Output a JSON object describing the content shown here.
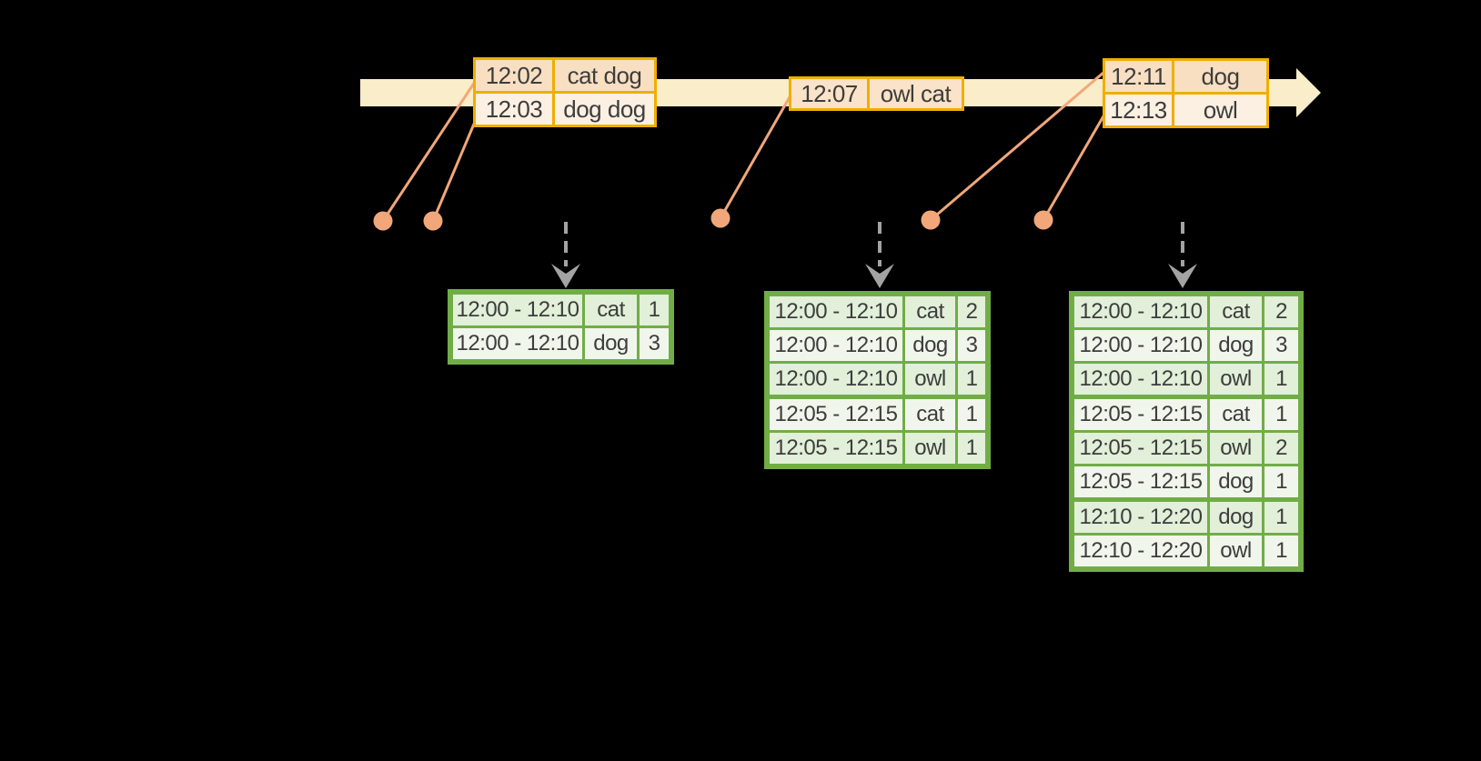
{
  "colors": {
    "background": "#000000",
    "timeline_fill": "#FAEDCA",
    "event_table_border": "#EFAE00",
    "event_row_peach": "#F8DFC2",
    "event_row_cream": "#FCF0E2",
    "connector": "#F1A77A",
    "result_table_border": "#71AD47",
    "result_row_green": "#E2EFD9",
    "result_row_white": "#F1F6EC",
    "trigger": "#A3A3A3",
    "text": "#3D3D3D"
  },
  "glyphs": {
    "timeline_arrowhead": "right-arrow",
    "trigger_arrowhead": "down-chevron-arrow",
    "event_marker": "dot"
  },
  "events": {
    "a": {
      "rows": [
        {
          "time": "12:02",
          "words": "cat dog"
        },
        {
          "time": "12:03",
          "words": "dog dog"
        }
      ]
    },
    "b": {
      "rows": [
        {
          "time": "12:07",
          "words": "owl cat"
        }
      ]
    },
    "c": {
      "rows": [
        {
          "time": "12:11",
          "words": "dog"
        },
        {
          "time": "12:13",
          "words": "owl"
        }
      ]
    }
  },
  "results": {
    "t1": {
      "rows": [
        {
          "window": "12:00 - 12:10",
          "word": "cat",
          "count": "1"
        },
        {
          "window": "12:00 - 12:10",
          "word": "dog",
          "count": "3"
        }
      ]
    },
    "t2": {
      "rows": [
        {
          "window": "12:00 - 12:10",
          "word": "cat",
          "count": "2"
        },
        {
          "window": "12:00 - 12:10",
          "word": "dog",
          "count": "3"
        },
        {
          "window": "12:00 - 12:10",
          "word": "owl",
          "count": "1"
        },
        {
          "window": "12:05 - 12:15",
          "word": "cat",
          "count": "1"
        },
        {
          "window": "12:05 - 12:15",
          "word": "owl",
          "count": "1"
        }
      ]
    },
    "t3": {
      "rows": [
        {
          "window": "12:00 - 12:10",
          "word": "cat",
          "count": "2"
        },
        {
          "window": "12:00 - 12:10",
          "word": "dog",
          "count": "3"
        },
        {
          "window": "12:00 - 12:10",
          "word": "owl",
          "count": "1"
        },
        {
          "window": "12:05 - 12:15",
          "word": "cat",
          "count": "1"
        },
        {
          "window": "12:05 - 12:15",
          "word": "owl",
          "count": "2"
        },
        {
          "window": "12:05 - 12:15",
          "word": "dog",
          "count": "1"
        },
        {
          "window": "12:10 - 12:20",
          "word": "dog",
          "count": "1"
        },
        {
          "window": "12:10 - 12:20",
          "word": "owl",
          "count": "1"
        }
      ]
    }
  }
}
